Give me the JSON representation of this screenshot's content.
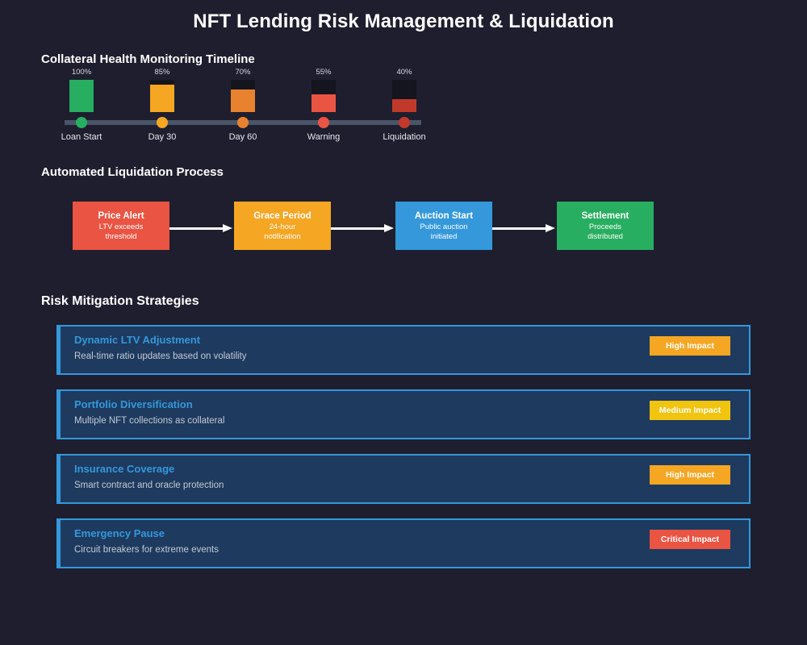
{
  "page": {
    "title": "NFT Lending Risk Management & Liquidation",
    "background": "#1e1e2e"
  },
  "timeline_section": {
    "heading": "Collateral Health Monitoring Timeline",
    "axis_color": "#4a5568",
    "track_color": "#15151f"
  },
  "process_section": {
    "heading": "Automated Liquidation Process"
  },
  "strategies_section": {
    "heading": "Risk Mitigation Strategies",
    "card_bg": "#1e3a5f",
    "card_border": "#3498db",
    "title_color": "#3498db",
    "desc_color": "#c3cad4"
  },
  "chart_data": {
    "type": "bar",
    "title": "Collateral Health Monitoring Timeline",
    "xlabel": "",
    "ylabel": "Collateral Health",
    "ylim": [
      0,
      100
    ],
    "categories": [
      "Loan Start",
      "Day 30",
      "Day 60",
      "Warning",
      "Liquidation"
    ],
    "values": [
      100,
      85,
      70,
      55,
      40
    ],
    "value_labels": [
      "100%",
      "85%",
      "70%",
      "55%",
      "40%"
    ],
    "colors": [
      "#27ae60",
      "#f5a623",
      "#e8822e",
      "#ea5443",
      "#c0392b"
    ],
    "grid": false,
    "legend": "none"
  },
  "timeline_nodes": [
    {
      "label": "Loan Start",
      "pct": "100%",
      "value": 100,
      "color": "#27ae60"
    },
    {
      "label": "Day 30",
      "pct": "85%",
      "value": 85,
      "color": "#f5a623"
    },
    {
      "label": "Day 60",
      "pct": "70%",
      "value": 70,
      "color": "#e8822e"
    },
    {
      "label": "Warning",
      "pct": "55%",
      "value": 55,
      "color": "#ea5443"
    },
    {
      "label": "Liquidation",
      "pct": "40%",
      "value": 40,
      "color": "#c0392b"
    }
  ],
  "process_steps": [
    {
      "title": "Price Alert",
      "sub_line1": "LTV exceeds",
      "sub_line2": "threshold",
      "color": "#ea5443"
    },
    {
      "title": "Grace Period",
      "sub_line1": "24-hour",
      "sub_line2": "notification",
      "color": "#f5a623"
    },
    {
      "title": "Auction Start",
      "sub_line1": "Public auction",
      "sub_line2": "initiated",
      "color": "#3498db"
    },
    {
      "title": "Settlement",
      "sub_line1": "Proceeds",
      "sub_line2": "distributed",
      "color": "#27ae60"
    }
  ],
  "strategies": [
    {
      "title": "Dynamic LTV Adjustment",
      "desc": "Real-time ratio updates based on volatility",
      "badge": "High Impact",
      "badge_color": "#f5a623",
      "badge_width": 100
    },
    {
      "title": "Portfolio Diversification",
      "desc": "Multiple NFT collections as collateral",
      "badge": "Medium Impact",
      "badge_color": "#f1c40f",
      "badge_width": 100
    },
    {
      "title": "Insurance Coverage",
      "desc": "Smart contract and oracle protection",
      "badge": "High Impact",
      "badge_color": "#f5a623",
      "badge_width": 100
    },
    {
      "title": "Emergency Pause",
      "desc": "Circuit breakers for extreme events",
      "badge": "Critical Impact",
      "badge_color": "#ea5443",
      "badge_width": 100
    }
  ]
}
